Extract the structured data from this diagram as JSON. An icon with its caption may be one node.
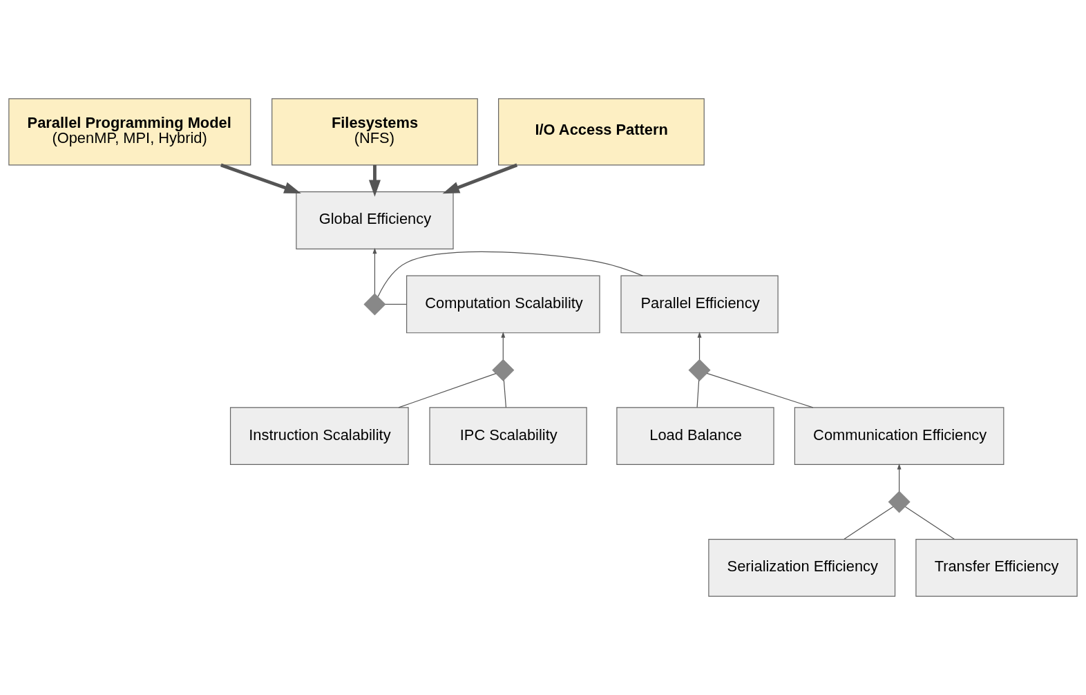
{
  "diagram": {
    "nodes": [
      {
        "text": [
          "Parallel Programming Model",
          "(OpenMP, MPI, Hybrid)"
        ]
      },
      {
        "text": [
          "Filesystems",
          "(NFS)"
        ]
      },
      {
        "text": [
          "I/O Access Pattern"
        ]
      },
      {
        "text": [
          "Global Efficiency"
        ]
      },
      {
        "text": [
          "Parallel Efficiency"
        ]
      },
      {
        "text": [],
        "shape": "cross"
      },
      {
        "text": [
          "Computation Scalability"
        ]
      },
      {
        "text": [],
        "shape": "cross"
      },
      {
        "text": [],
        "shape": "cross"
      },
      {
        "text": [
          "Load Balance"
        ]
      },
      {
        "text": [
          "Communication Efficiency"
        ]
      },
      {
        "text": [
          "Instruction Scalability"
        ]
      },
      {
        "text": [
          "IPC Scalability"
        ]
      },
      {
        "text": [],
        "shape": "cross"
      },
      {
        "text": [
          "Serialization Efficiency"
        ]
      },
      {
        "text": [
          "Transfer Efficiency"
        ]
      }
    ],
    "edges": [
      {
        "from": 0,
        "to": 3,
        "arrow": "to",
        "style": "thick"
      },
      {
        "from": 1,
        "to": 3,
        "arrow": "to",
        "style": "thick"
      },
      {
        "from": 2,
        "to": 3,
        "arrow": "to",
        "style": "thick"
      },
      {
        "from": 4,
        "to": 5,
        "arrow": "none"
      },
      {
        "from": 6,
        "to": 5,
        "arrow": "none"
      },
      {
        "from": 5,
        "to": 3,
        "arrow": "to"
      },
      {
        "from": 9,
        "to": 7,
        "arrow": "none"
      },
      {
        "from": 10,
        "to": 7,
        "arrow": "none"
      },
      {
        "from": 7,
        "to": 4,
        "arrow": "to"
      },
      {
        "from": 11,
        "to": 8,
        "arrow": "none"
      },
      {
        "from": 12,
        "to": 8,
        "arrow": "none"
      },
      {
        "from": 8,
        "to": 6,
        "arrow": "to"
      },
      {
        "from": 14,
        "to": 13,
        "arrow": "none"
      },
      {
        "from": 15,
        "to": 13,
        "arrow": "none"
      },
      {
        "from": 13,
        "to": 10,
        "arrow": "to"
      }
    ]
  }
}
